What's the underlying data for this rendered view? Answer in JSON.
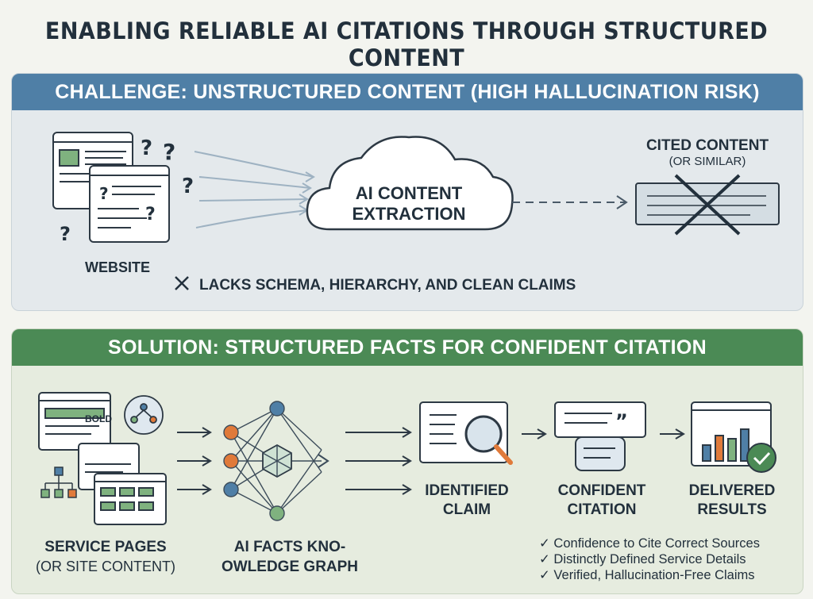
{
  "title": "ENABLING RELIABLE AI CITATIONS THROUGH STRUCTURED CONTENT",
  "challenge": {
    "header": "CHALLENGE: UNSTRUCTURED CONTENT (HIGH HALLUCINATION RISK)",
    "website_label": "WEBSITE",
    "cloud_label_line1": "AI CONTENT",
    "cloud_label_line2": "EXTRACTION",
    "cited_label": "CITED CONTENT",
    "cited_sublabel": "(OR SIMILAR)",
    "issue": "LACKS SCHEMA, HIERARCHY, AND CLEAN CLAIMS"
  },
  "solution": {
    "header": "SOLUTION: STRUCTURED FACTS FOR CONFIDENT CITATION",
    "bold_tag": "BOLD",
    "service_label_line1": "SERVICE PAGES",
    "service_label_line2": "(OR SITE CONTENT)",
    "graph_label_line1": "AI FACTS KNO-",
    "graph_label_line2": "OWLEDGE GRAPH",
    "claim_label_line1": "IDENTIFIED",
    "claim_label_line2": "CLAIM",
    "citation_label_line1": "CONFIDENT",
    "citation_label_line2": "CITATION",
    "results_label_line1": "DELIVERED",
    "results_label_line2": "RESULTS",
    "benefits": [
      "Confidence to Cite Correct Sources",
      "Distinctly Defined Service Details",
      "Verified, Hallucination-Free Claims"
    ]
  },
  "colors": {
    "blue": "#4f7fa6",
    "green": "#4b8a55",
    "dark": "#22303c",
    "orange": "#e07a3a"
  }
}
